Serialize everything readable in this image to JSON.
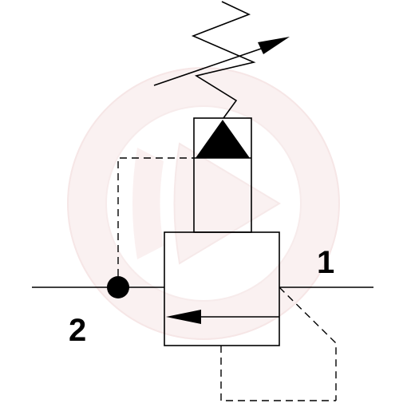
{
  "ports": {
    "port_1_label": "1",
    "port_2_label": "2"
  },
  "colors": {
    "line": "#000000",
    "background": "#ffffff",
    "watermark": "#f3dada"
  },
  "icons": {
    "watermark": "play-logo-watermark"
  }
}
